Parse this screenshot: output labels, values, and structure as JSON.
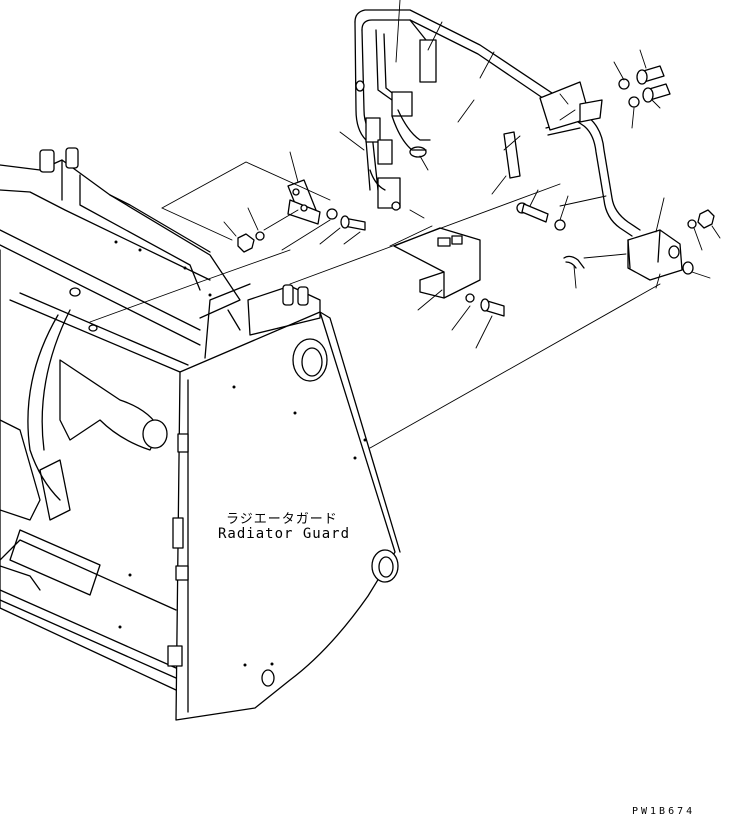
{
  "callout": {
    "part_name_jp": "ラジエータガード",
    "part_name_en": "Radiator Guard"
  },
  "drawing_code": "PW1B674"
}
